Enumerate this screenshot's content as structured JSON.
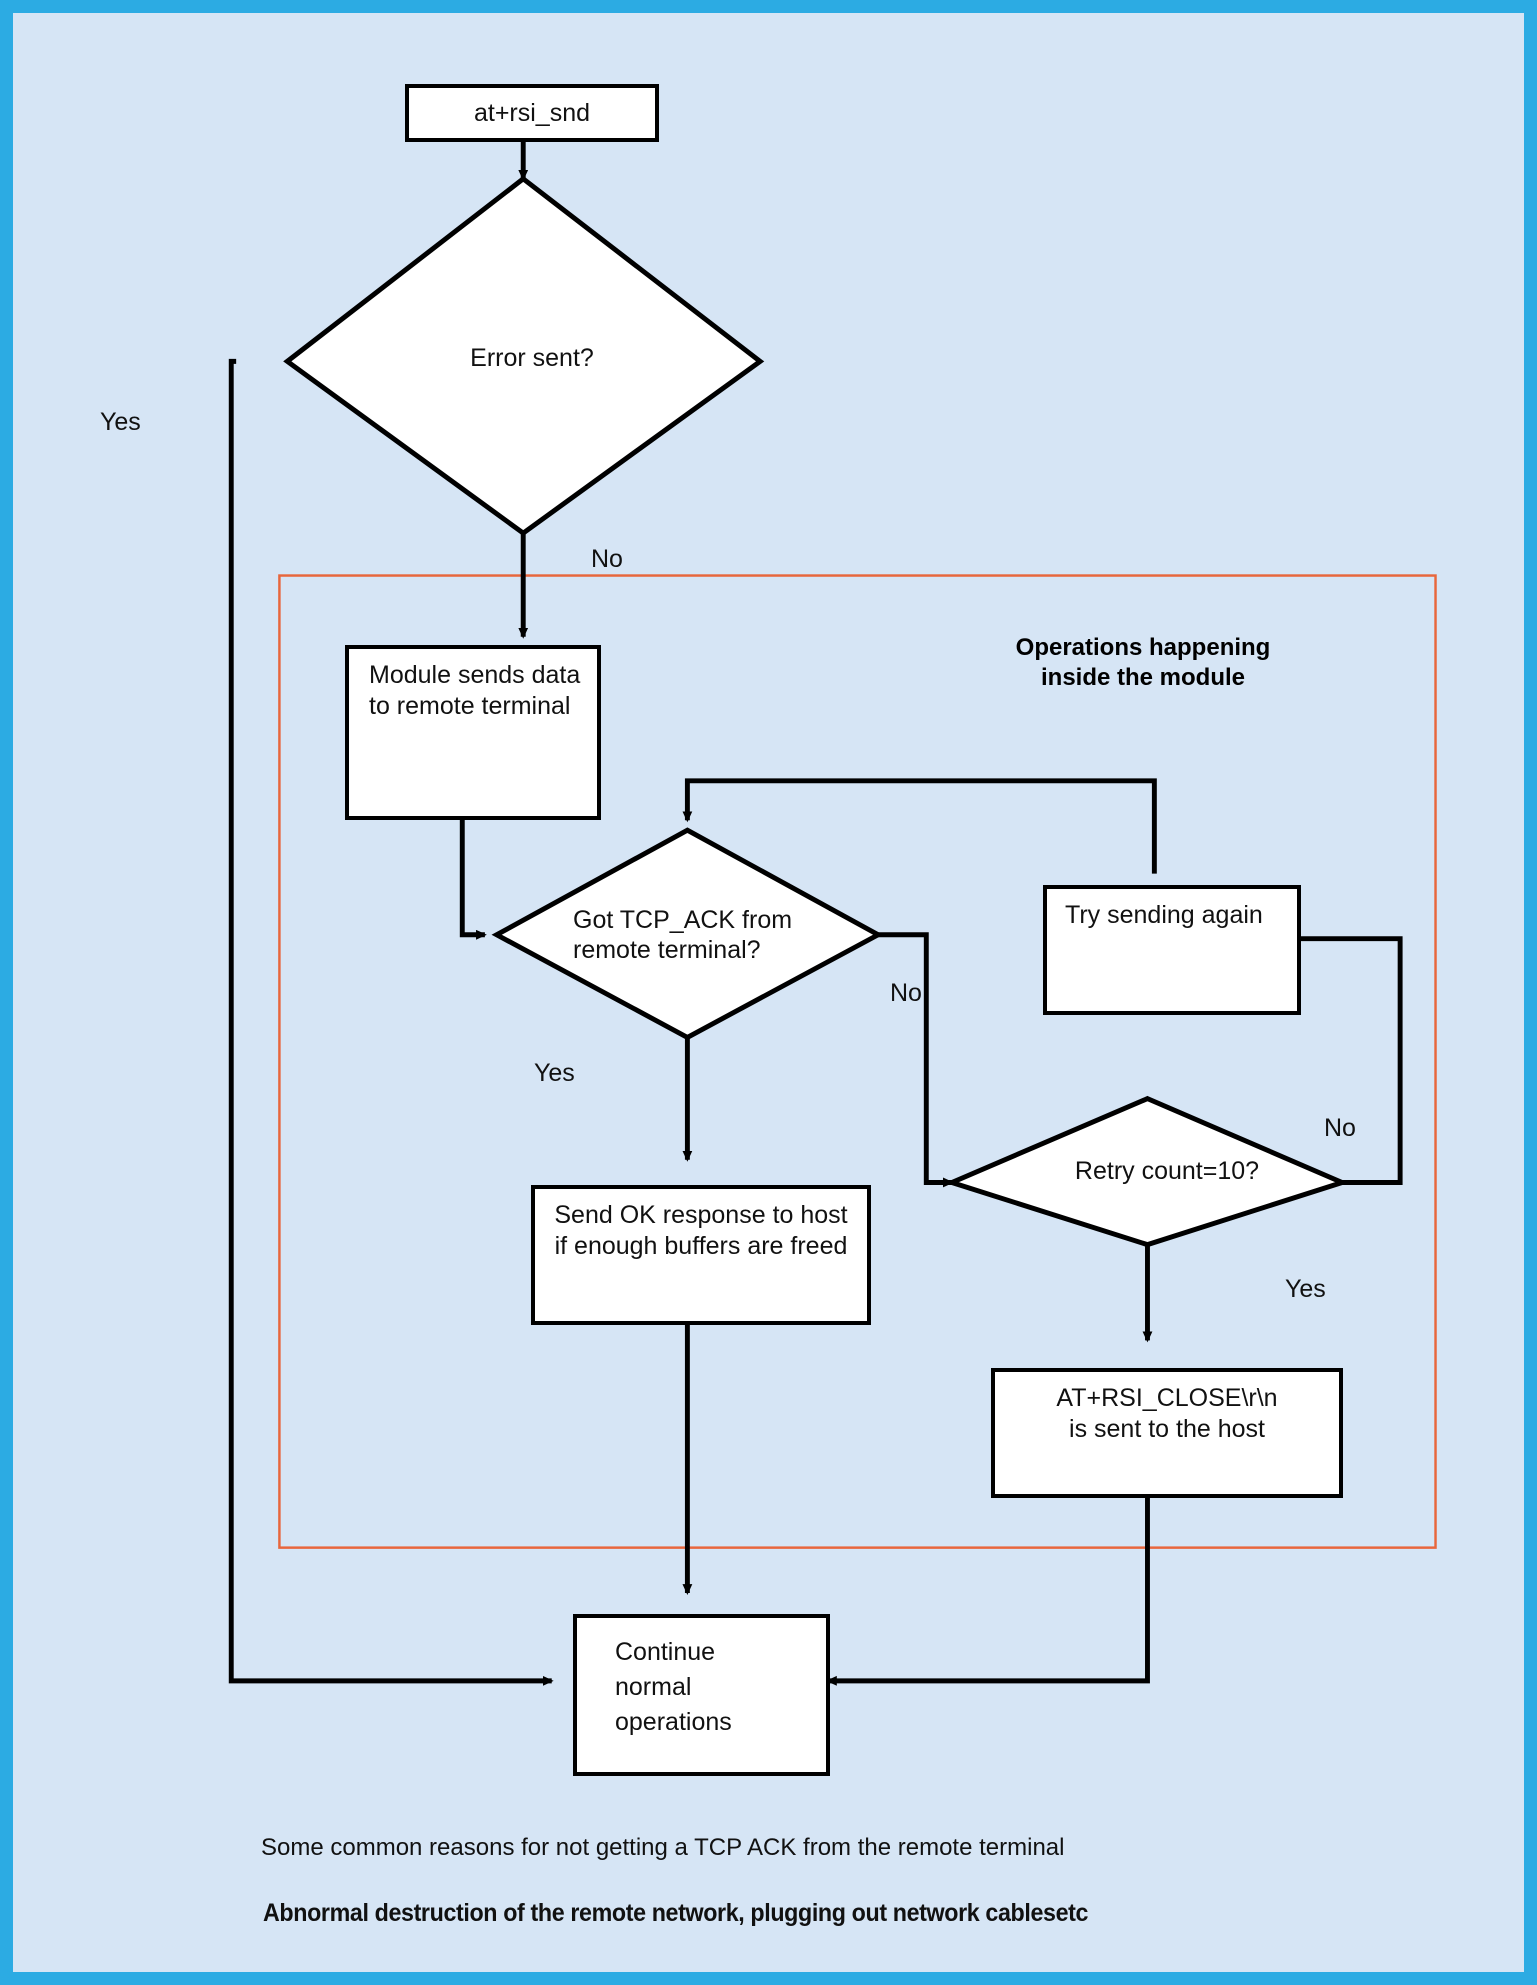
{
  "diagram": {
    "title_present": false,
    "background_color": "#d6e5f5",
    "border_color": "#2cabe3",
    "group_box_color": "#e8663c",
    "node_border_color": "#000000",
    "node_fill_color": "#ffffff"
  },
  "nodes": {
    "start": {
      "label": "at+rsi_snd",
      "shape": "process"
    },
    "error_sent": {
      "label": "Error sent?",
      "shape": "decision"
    },
    "module_sends": {
      "label": "Module sends data\nto remote terminal",
      "shape": "process"
    },
    "got_ack": {
      "label": "Got TCP_ACK from\nremote terminal?",
      "shape": "decision"
    },
    "try_again": {
      "label": "Try sending again",
      "shape": "process"
    },
    "retry_count": {
      "label": "Retry count=10?",
      "shape": "decision"
    },
    "send_ok": {
      "label": "Send OK response to host\nif enough buffers are freed",
      "shape": "process"
    },
    "at_close": {
      "label": "AT+RSI_CLOSE\\r\\n\nis sent to the host",
      "shape": "process"
    },
    "continue": {
      "label": "Continue\nnormal\noperations",
      "shape": "process"
    }
  },
  "edge_labels": {
    "error_yes": "Yes",
    "error_no": "No",
    "ack_yes": "Yes",
    "ack_no": "No",
    "retry_no": "No",
    "retry_yes": "Yes"
  },
  "group": {
    "title": "Operations happening\ninside the module"
  },
  "footnotes": {
    "line1": "Some common reasons for not getting a TCP ACK from the remote terminal",
    "line2": "Abnormal destruction of the remote network, plugging out network cablesetc"
  }
}
